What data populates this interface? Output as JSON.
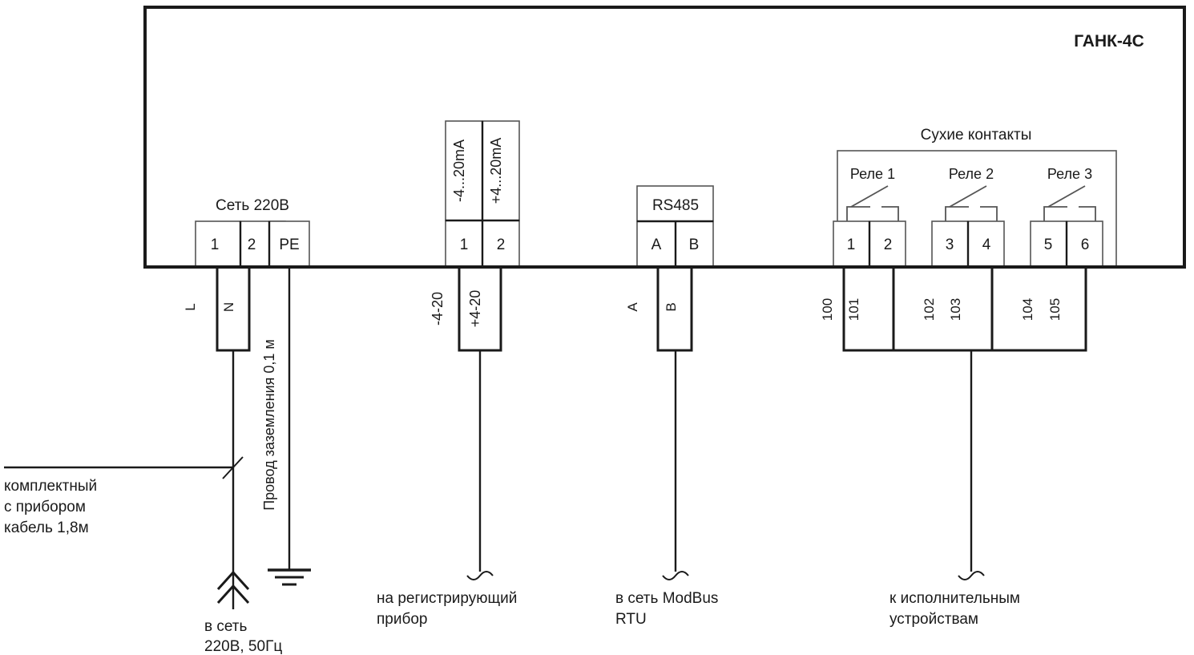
{
  "device": {
    "title": "ГАНК-4С"
  },
  "mains": {
    "group_label": "Сеть 220В",
    "terminals": [
      {
        "label": "1"
      },
      {
        "label": "2"
      },
      {
        "label": "PE"
      }
    ],
    "wire_labels": [
      {
        "label": "L"
      },
      {
        "label": "N"
      }
    ],
    "earth_wire_label": "Провод заземления 0,1 м",
    "cable_note": "комплектный\nс прибором\nкабель 1,8м",
    "cable_note_lines": [
      "комплектный",
      "с прибором",
      "кабель 1,8м"
    ],
    "bottom_note_lines": [
      "в сеть",
      "220В, 50Гц"
    ]
  },
  "analog_output": {
    "header_labels": [
      {
        "label": "-4...20mA"
      },
      {
        "label": "+4...20mA"
      }
    ],
    "terminals": [
      {
        "label": "1"
      },
      {
        "label": "2"
      }
    ],
    "wire_labels": [
      {
        "label": "-4-20"
      },
      {
        "label": "+4-20"
      }
    ],
    "bottom_note_lines": [
      "на регистрирующий",
      "прибор"
    ]
  },
  "rs485": {
    "group_label": "RS485",
    "terminals": [
      {
        "label": "A"
      },
      {
        "label": "B"
      }
    ],
    "wire_labels": [
      {
        "label": "A"
      },
      {
        "label": "B"
      }
    ],
    "bottom_note_lines": [
      "в сеть ModBus",
      "RTU"
    ]
  },
  "dry_contacts": {
    "group_label": "Сухие контакты",
    "relays": [
      {
        "label": "Реле 1"
      },
      {
        "label": "Реле 2"
      },
      {
        "label": "Реле 3"
      }
    ],
    "terminals": [
      {
        "label": "1"
      },
      {
        "label": "2"
      },
      {
        "label": "3"
      },
      {
        "label": "4"
      },
      {
        "label": "5"
      },
      {
        "label": "6"
      }
    ],
    "wire_labels": [
      {
        "label": "100"
      },
      {
        "label": "101"
      },
      {
        "label": "102"
      },
      {
        "label": "103"
      },
      {
        "label": "104"
      },
      {
        "label": "105"
      }
    ],
    "bottom_note_lines": [
      "к исполнительным",
      "устройствам"
    ]
  },
  "colors": {
    "stroke": "#1a1a1a",
    "thin_stroke": "#555555",
    "background": "#ffffff"
  }
}
